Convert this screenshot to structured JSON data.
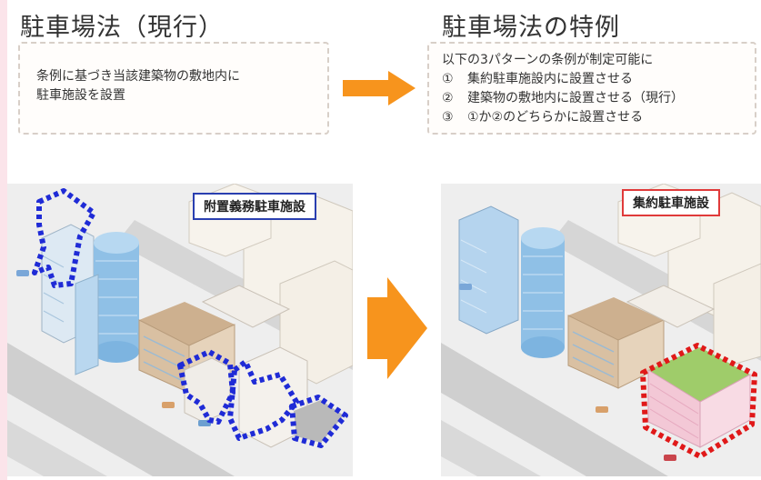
{
  "left": {
    "heading": "駐車場法（現行）",
    "box_lines": [
      "条例に基づき当該建築物の敷地内に",
      "駐車施設を設置"
    ],
    "label": "附置義務駐車施設"
  },
  "right": {
    "heading": "駐車場法の特例",
    "box_lines": [
      {
        "num": "",
        "text": "以下の3パターンの条例が制定可能に"
      },
      {
        "num": "①",
        "text": "集約駐車施設内に設置させる"
      },
      {
        "num": "②",
        "text": "建築物の敷地内に設置させる（現行）"
      },
      {
        "num": "③",
        "text": "①か②のどちらかに設置させる"
      }
    ],
    "label": "集約駐車施設"
  },
  "colors": {
    "accent_orange": "#f7941d",
    "left_outline": "#1f2bd6",
    "right_outline": "#e01919",
    "left_label_border": "#2a3fb0",
    "right_label_border": "#e03a3a"
  },
  "icons": [
    "arrow-right-icon",
    "arrow-right-icon"
  ]
}
